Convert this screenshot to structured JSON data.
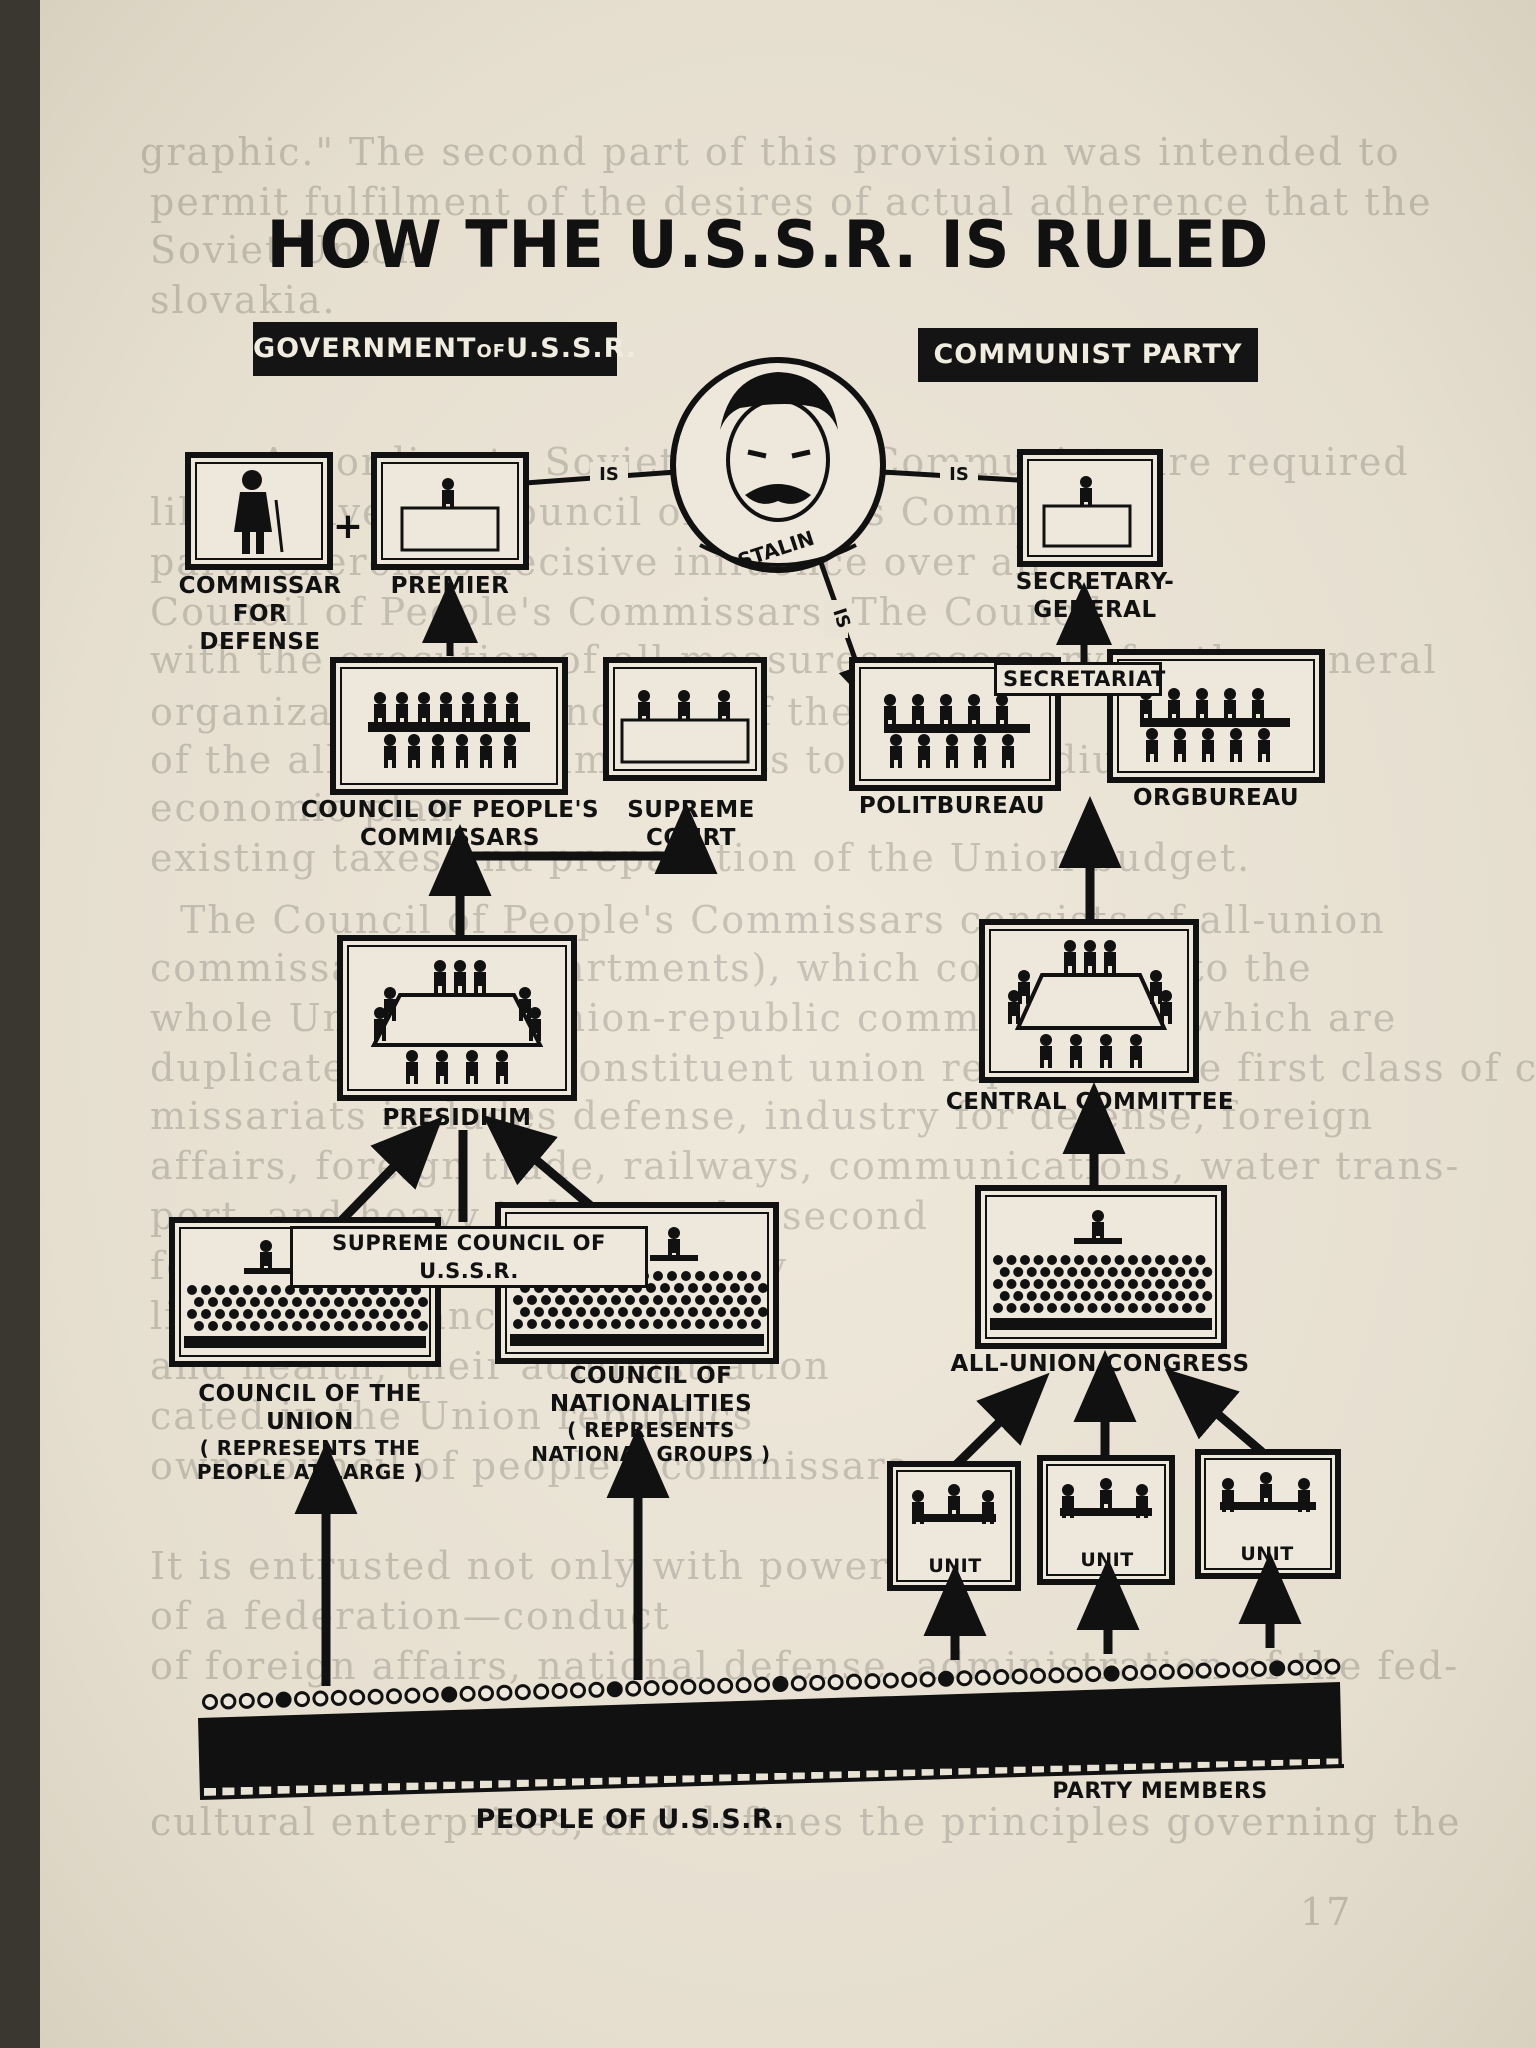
{
  "title": "HOW THE U.S.S.R. IS RULED",
  "headers": {
    "government_main": "GOVERNMENT",
    "government_small": "OF",
    "government_end": "U.S.S.R.",
    "party": "COMMUNIST PARTY"
  },
  "stalin": {
    "name": "STALIN",
    "is_label": "IS"
  },
  "government": {
    "commissar_line1": "COMMISSAR",
    "commissar_line2": "FOR DEFENSE",
    "plus": "+",
    "premier": "PREMIER",
    "council_commissars_line1": "COUNCIL OF PEOPLE'S",
    "council_commissars_line2": "COMMISSARS",
    "supreme_court": "SUPREME COURT",
    "presidium": "PRESIDIUM",
    "supreme_council": "SUPREME COUNCIL OF U.S.S.R.",
    "council_union": "COUNCIL OF THE UNION",
    "council_union_note_1": "REPRESENTS THE",
    "council_union_note_2": "PEOPLE AT LARGE",
    "council_nationalities": "COUNCIL OF NATIONALITIES",
    "council_nationalities_note_1": "REPRESENTS",
    "council_nationalities_note_2": "NATIONAL GROUPS"
  },
  "party": {
    "secretary_general": "SECRETARY-GENERAL",
    "secretariat": "SECRETARIAT",
    "politbureau": "POLITBUREAU",
    "orgbureau": "ORGBUREAU",
    "central_committee": "CENTRAL COMMITTEE",
    "all_union_congress": "ALL-UNION CONGRESS",
    "unit": "UNIT"
  },
  "people": {
    "people_label": "PEOPLE OF U.S.S.R.",
    "party_members": "PARTY MEMBERS"
  },
  "background_text": [
    "graphic.\" The second part of this provision was intended to",
    "permit fulfilment of the desires of actual adherence that the",
    "Soviet Union",
    "slovakia.",
    "According to Soviet law, the Communists are required",
    "like to give the Council of People's Commissars",
    "party exercises decisive influence over all",
    "Council of People's Commissars. The Council",
    "with the execution of all measures necessary for the general",
    "organization and functions of the",
    "of the all-union commissariats to the Presidium",
    "economic plan",
    "existing taxes and preparation of the Union budget.",
    "The Council of People's Commissars consists of all-union",
    "commissariats (departments), which correspond to the",
    "whole Union, and union-republic commissariats, which are",
    "duplicated in each constituent union republic. The first class of com-",
    "missariats includes defense, industry for defense, foreign",
    "affairs, foreign trade, railways, communications, water trans-",
    "port, and heavy industry; the second",
    "food industry, lighter industry",
    "livestock, finances, internal",
    "and health; their administration",
    "cated in the Union republics",
    "own council of people's commissars",
    "It is entrusted not only with powers",
    "of a federation—conduct",
    "of foreign affairs, national defense, administration of the fed-",
    "cultural enterprises, and defines the principles governing the",
    "17"
  ]
}
